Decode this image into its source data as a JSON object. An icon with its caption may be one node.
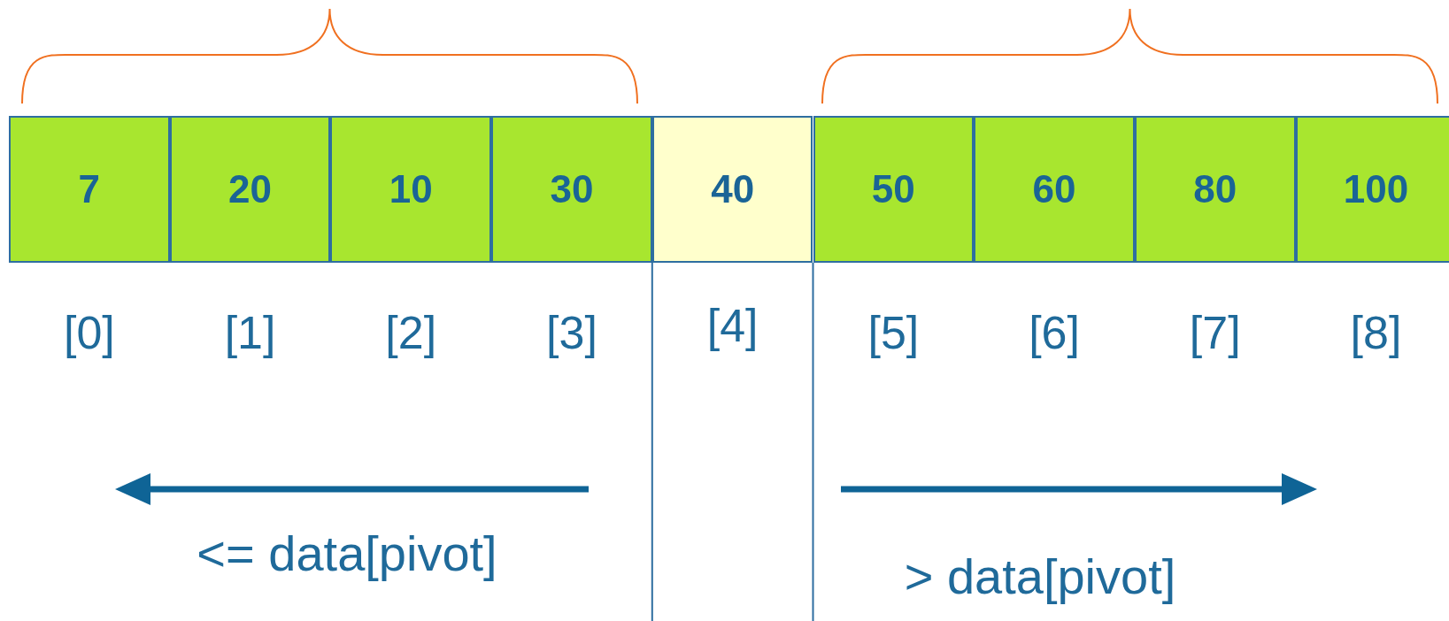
{
  "diagram": {
    "nodes": [
      {
        "text": [
          "7"
        ]
      },
      {
        "text": [
          "20"
        ]
      },
      {
        "text": [
          "10"
        ]
      },
      {
        "text": [
          "30"
        ]
      },
      {
        "text": [
          "40"
        ]
      },
      {
        "text": [
          "50"
        ]
      },
      {
        "text": [
          "60"
        ]
      },
      {
        "text": [
          "80"
        ]
      },
      {
        "text": [
          "100"
        ]
      }
    ],
    "edges": [],
    "labels": [
      "[0]",
      "[1]",
      "[2]",
      "[3]",
      "[4]",
      "[5]",
      "[6]",
      "[7]",
      "[8]",
      "<= data[pivot]",
      "> data[pivot]"
    ]
  }
}
